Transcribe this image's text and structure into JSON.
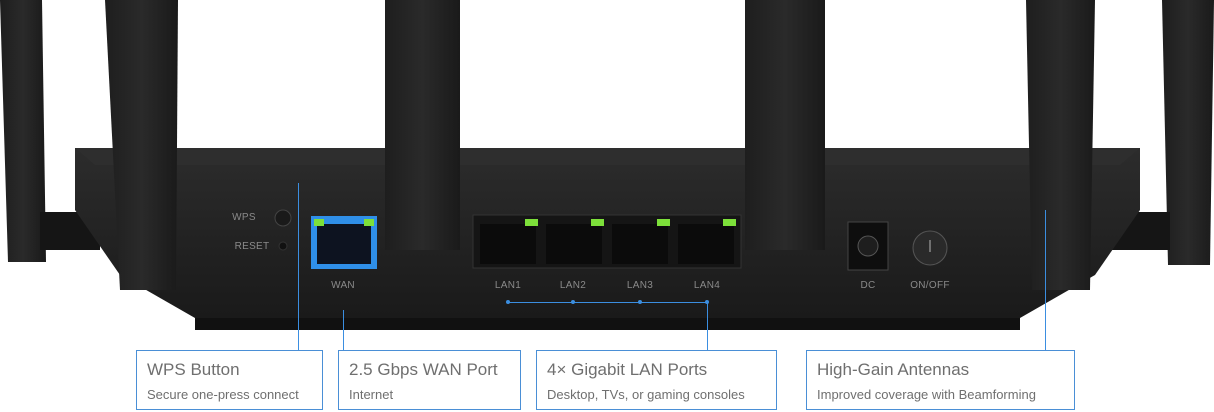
{
  "device_labels": {
    "wps": "WPS",
    "reset": "RESET",
    "wan": "WAN",
    "lan": [
      "LAN1",
      "LAN2",
      "LAN3",
      "LAN4"
    ],
    "dc": "DC",
    "power": "ON/OFF"
  },
  "callouts": [
    {
      "title": "WPS Button",
      "subtitle": "Secure one-press connect"
    },
    {
      "title": "2.5 Gbps WAN Port",
      "subtitle": "Internet"
    },
    {
      "title": "4× Gigabit LAN Ports",
      "subtitle": "Desktop, TVs, or gaming consoles"
    },
    {
      "title": "High-Gain Antennas",
      "subtitle": "Improved coverage with Beamforming"
    }
  ],
  "colors": {
    "accent": "#3b8ee0",
    "wan_port": "#2f8fe8",
    "led": "#7de03a",
    "body": "#222222"
  }
}
